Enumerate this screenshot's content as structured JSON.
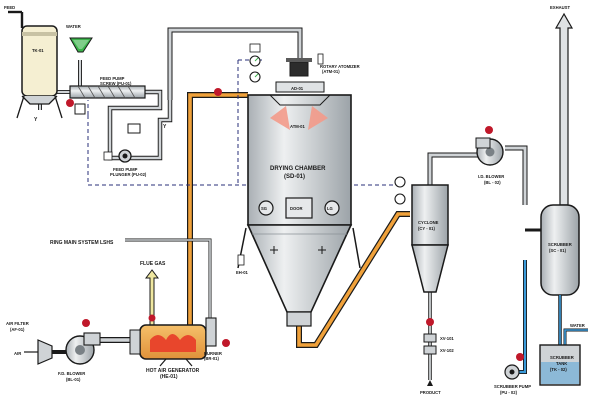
{
  "labels": {
    "feed": "FEED",
    "water_top": "WATER",
    "tank": "TK-01",
    "feed_pump_screw": [
      "FEED PUMP",
      "SCREW (PU-01)"
    ],
    "feed_pump_plunger": [
      "FEED PUMP",
      "PLUNGER (PU-02)"
    ],
    "rotary_atomizer": [
      "ROTARY ATOMIZER",
      "(ATM-01)"
    ],
    "ad": "AD-01",
    "atm": "ATM-01",
    "drying_chamber": [
      "DRYING CHAMBER",
      "(SD-01)"
    ],
    "sg": "SG",
    "door": "DOOR",
    "lg": "LG",
    "eh": "EH-01",
    "ring_main": "RING MAIN SYSTEM LSHS",
    "flue_gas": "FLUE GAS",
    "air_filter": [
      "AIR FILTER",
      "(AF-01)"
    ],
    "air": "AIR",
    "fd_blower": [
      "F.D. BLOWER",
      "(BL-01)"
    ],
    "hot_air_generator": [
      "HOT AIR GENERATOR",
      "(HE-01)"
    ],
    "burner": [
      "BURNER",
      "(BR-01)"
    ],
    "cyclone": [
      "CYCLONE",
      "(CY - 01)"
    ],
    "xv1": "XV-101",
    "xv2": "XV-102",
    "product": "PRODUCT",
    "id_blower": [
      "I.D. BLOWER",
      "(BL - 02)"
    ],
    "exhaust": "EXHAUST",
    "scrubber": [
      "SCRUBBER",
      "(SC - 01)"
    ],
    "water_bottom": "WATER",
    "scrubber_tank": [
      "SCRUBBER",
      "TANK",
      "(TK - 02)"
    ],
    "scrubber_pump": [
      "SCRUBBER PUMP",
      "(PU - 02)"
    ]
  },
  "colors": {
    "line": "#1a1a1a",
    "metal": "#cfd3d6",
    "metal_dark": "#9aa1a6",
    "hot_pipe": "#f0a13a",
    "flame": "#e8462c",
    "dashed": "#2a2f7a",
    "red_dot": "#c0182a",
    "gauge_green": "#3bb34a",
    "water_blue": "#3a9ad9",
    "cream": "#f5efd2",
    "flue_yellow": "#efe7a0"
  }
}
